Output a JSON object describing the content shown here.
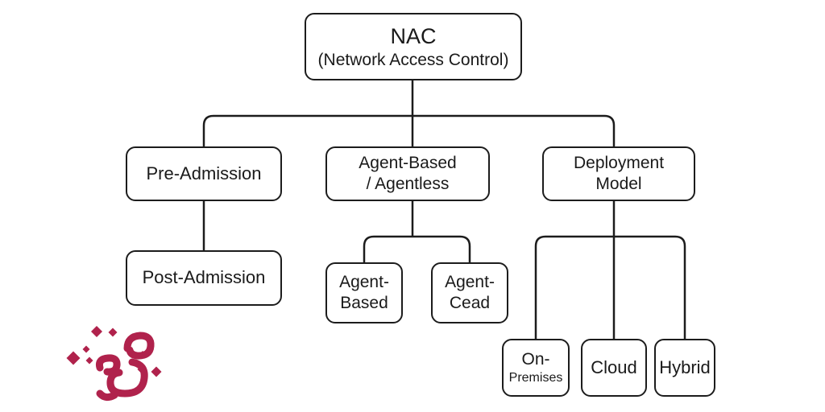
{
  "title": "NAC (Network Access Control) diagram",
  "colors": {
    "background": "#ffffff",
    "line": "#1c1c1c",
    "text": "#1a1a1a",
    "logo": "#b0224c"
  },
  "nodes": {
    "nac": {
      "line1": "NAC",
      "line2": "(Network Access Control)"
    },
    "pre": {
      "line1": "Pre-Admission"
    },
    "mode": {
      "line1": "Agent-Based",
      "line2": "/ Agentless"
    },
    "deploy": {
      "line1": "Deployment",
      "line2": "Model"
    },
    "post": {
      "line1": "Post-Admission"
    },
    "agent_based": {
      "line1": "Agent-",
      "line2": "Based"
    },
    "agent_cead": {
      "line1": "Agent-",
      "line2": "Cead"
    },
    "on_premises": {
      "line1": "On-",
      "line2": "Premises"
    },
    "cloud": {
      "line1": "Cloud"
    },
    "hybrid": {
      "line1": "Hybrid"
    }
  },
  "hierarchy": [
    {
      "parent": "NAC (Network Access Control)",
      "children": [
        "Pre-Admission",
        "Agent-Based / Agentless",
        "Deployment Model"
      ]
    },
    {
      "parent": "Pre-Admission",
      "children": [
        "Post-Admission"
      ]
    },
    {
      "parent": "Agent-Based / Agentless",
      "children": [
        "Agent-Based",
        "Agent-Cead"
      ]
    },
    {
      "parent": "Deployment Model",
      "children": [
        "On-Premises",
        "Cloud",
        "Hybrid"
      ]
    }
  ],
  "logo": {
    "description": "crimson arabic calligraphy brand mark with diamond accents"
  }
}
